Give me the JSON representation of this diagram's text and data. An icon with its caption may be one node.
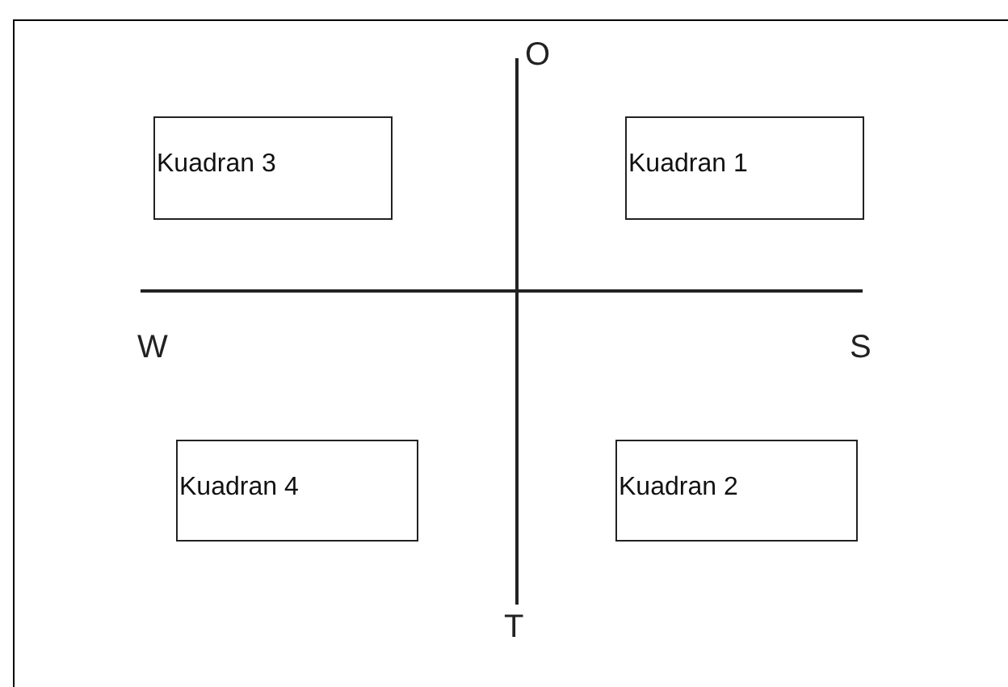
{
  "diagram": {
    "nodes": [
      {
        "text": [
          "Kuadran 3"
        ]
      },
      {
        "text": [
          "Kuadran 1"
        ]
      },
      {
        "text": [
          "Kuadran 4"
        ]
      },
      {
        "text": [
          "Kuadran 2"
        ]
      }
    ],
    "labels": [
      "O",
      "W",
      "S",
      "T"
    ]
  }
}
